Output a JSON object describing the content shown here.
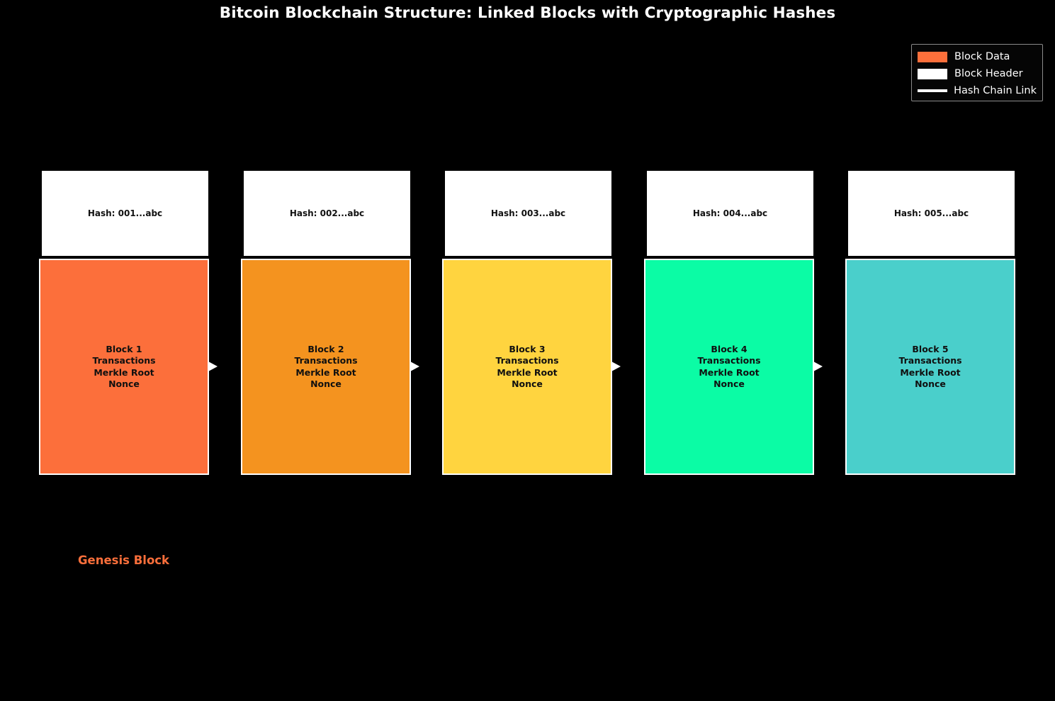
{
  "figure": {
    "title": "Bitcoin Blockchain Structure: Linked Blocks with Cryptographic Hashes",
    "background_color": "#000000",
    "title_color": "#ffffff"
  },
  "legend": {
    "items": [
      {
        "label": "Block Data",
        "swatch": "block-data-swatch",
        "color": "#fc6f3b",
        "type": "patch"
      },
      {
        "label": "Block Header",
        "swatch": "block-header-swatch",
        "color": "#ffffff",
        "type": "patch"
      },
      {
        "label": "Hash Chain Link",
        "swatch": "hash-chain-link-swatch",
        "color": "#ffffff",
        "type": "line"
      }
    ],
    "border_color": "#8a8a8a"
  },
  "chart_data": {
    "type": "diagram",
    "title": "Bitcoin Blockchain Structure: Linked Blocks with Cryptographic Hashes",
    "xlabel": "",
    "ylabel": "",
    "blocks": [
      {
        "index": 1,
        "hash_label": "Hash: 001...abc",
        "body_text": "Block 1\nTransactions\nMerkle Root\nNonce",
        "lines": [
          "Block 1",
          "Transactions",
          "Merkle Root",
          "Nonce"
        ],
        "color": "#fc6f3b"
      },
      {
        "index": 2,
        "hash_label": "Hash: 002...abc",
        "body_text": "Block 2\nTransactions\nMerkle Root\nNonce",
        "lines": [
          "Block 2",
          "Transactions",
          "Merkle Root",
          "Nonce"
        ],
        "color": "#f4931f"
      },
      {
        "index": 3,
        "hash_label": "Hash: 003...abc",
        "body_text": "Block 3\nTransactions\nMerkle Root\nNonce",
        "lines": [
          "Block 3",
          "Transactions",
          "Merkle Root",
          "Nonce"
        ],
        "color": "#ffd43f"
      },
      {
        "index": 4,
        "hash_label": "Hash: 004...abc",
        "body_text": "Block 4\nTransactions\nMerkle Root\nNonce",
        "lines": [
          "Block 4",
          "Transactions",
          "Merkle Root",
          "Nonce"
        ],
        "color": "#0bfca5"
      },
      {
        "index": 5,
        "hash_label": "Hash: 005...abc",
        "body_text": "Block 5\nTransactions\nMerkle Root\nNonce",
        "lines": [
          "Block 5",
          "Transactions",
          "Merkle Root",
          "Nonce"
        ],
        "color": "#4acfcb"
      }
    ],
    "links": 4,
    "link_color": "#ffffff"
  },
  "annotations": {
    "genesis": {
      "text": "Genesis Block",
      "color": "#fc6f3b"
    }
  }
}
